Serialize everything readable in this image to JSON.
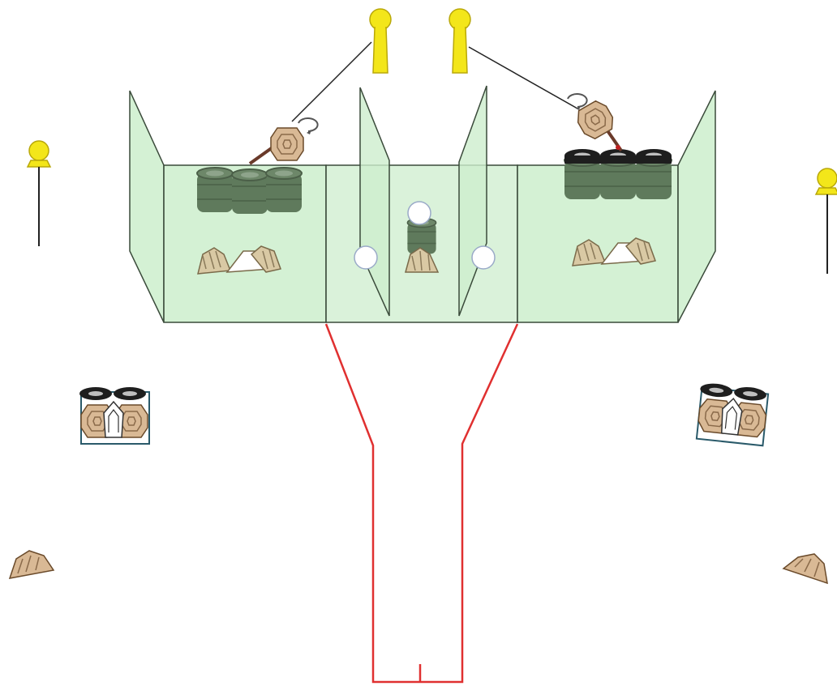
{
  "diagram": {
    "type": "shooting-stage-layout",
    "colors": {
      "wall_fill": "#cdeecd",
      "wall_stroke": "#3a4a3a",
      "barrel_green": "#5f7a5c",
      "barrel_black": "#1e1e1e",
      "target_tan": "#d9b995",
      "target_stripe": "#8a6a4a",
      "popper_yellow": "#f3e61a",
      "fault_line": "#e03030",
      "plate_white": "#ffffff"
    },
    "elements": [
      {
        "kind": "left-wall-bay",
        "contents": [
          "barrel-stack",
          "low-target-pair"
        ]
      },
      {
        "kind": "center-bay",
        "contents": [
          "barrel",
          "low-target",
          "steel-plates"
        ]
      },
      {
        "kind": "right-wall-bay",
        "contents": [
          "barrel-stack",
          "low-target-pair"
        ]
      },
      {
        "kind": "activator-popper",
        "count": 2
      },
      {
        "kind": "swinging-target",
        "count": 2
      },
      {
        "kind": "mini-popper",
        "count": 2
      },
      {
        "kind": "target-on-barrels",
        "count": 2
      },
      {
        "kind": "low-target",
        "count": 2
      },
      {
        "kind": "shooting-box-fault-line",
        "color": "red"
      }
    ]
  }
}
